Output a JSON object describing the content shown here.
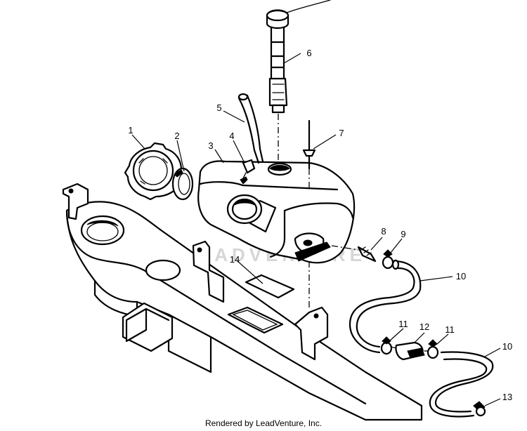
{
  "diagram": {
    "callouts": [
      "1",
      "2",
      "3",
      "4",
      "5",
      "6",
      "7",
      "8",
      "9",
      "10",
      "11",
      "12",
      "11",
      "10",
      "13",
      "14"
    ],
    "watermark": "LEADVENTURE"
  },
  "footer": {
    "credit": "Rendered by LeadVenture, Inc."
  }
}
